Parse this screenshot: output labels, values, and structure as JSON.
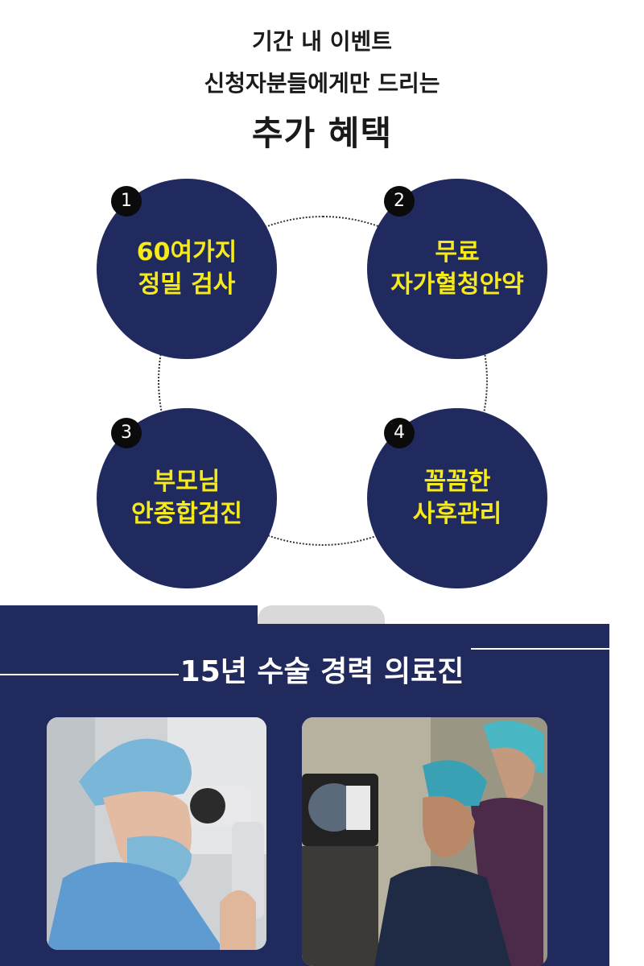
{
  "header": {
    "line1": "기간 내 이벤트",
    "line2": "신청자분들에게만 드리는",
    "line3": "추가 혜택"
  },
  "benefits": [
    {
      "number": "1",
      "line1": "60여가지",
      "line2": "정밀 검사"
    },
    {
      "number": "2",
      "line1": "무료",
      "line2": "자가혈청안약"
    },
    {
      "number": "3",
      "line1": "부모님",
      "line2": "안종합검진"
    },
    {
      "number": "4",
      "line1": "꼼꼼한",
      "line2": "사후관리"
    }
  ],
  "team": {
    "title": "15년 수술 경력 의료진"
  },
  "colors": {
    "navy": "#212a5d",
    "accent_yellow": "#f6ea1a",
    "badge": "#0b0b0b"
  }
}
